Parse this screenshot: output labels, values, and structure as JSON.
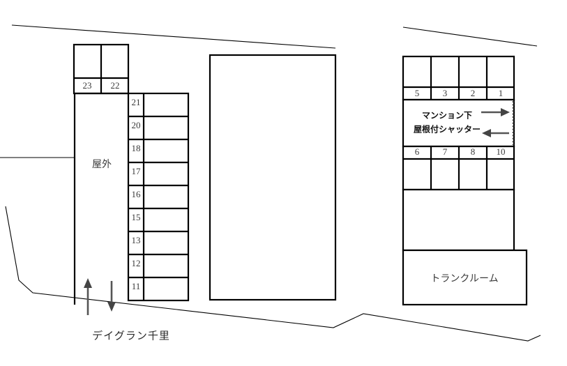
{
  "site": {
    "name": "デイグラン千里",
    "outdoor_label": "屋外",
    "trunk_room_label": "トランクルーム",
    "shutter_label_line1": "マンション下",
    "shutter_label_line2": "屋根付シャッター"
  },
  "left_block": {
    "top_row_numbers": [
      "23",
      "22"
    ],
    "column_numbers": [
      "21",
      "20",
      "18",
      "17",
      "16",
      "15",
      "13",
      "12",
      "11"
    ]
  },
  "right_block": {
    "top_row_numbers": [
      "5",
      "3",
      "2",
      "1"
    ],
    "bottom_row_numbers": [
      "6",
      "7",
      "8",
      "10"
    ]
  },
  "colors": {
    "stroke": "#000000",
    "text": "#3a3a3a",
    "arrow": "#555555",
    "background": "#ffffff"
  },
  "arrows": {
    "entry_up": "up-arrow",
    "entry_down": "down-arrow",
    "shutter_in": "right-arrow",
    "shutter_out": "left-arrow"
  }
}
